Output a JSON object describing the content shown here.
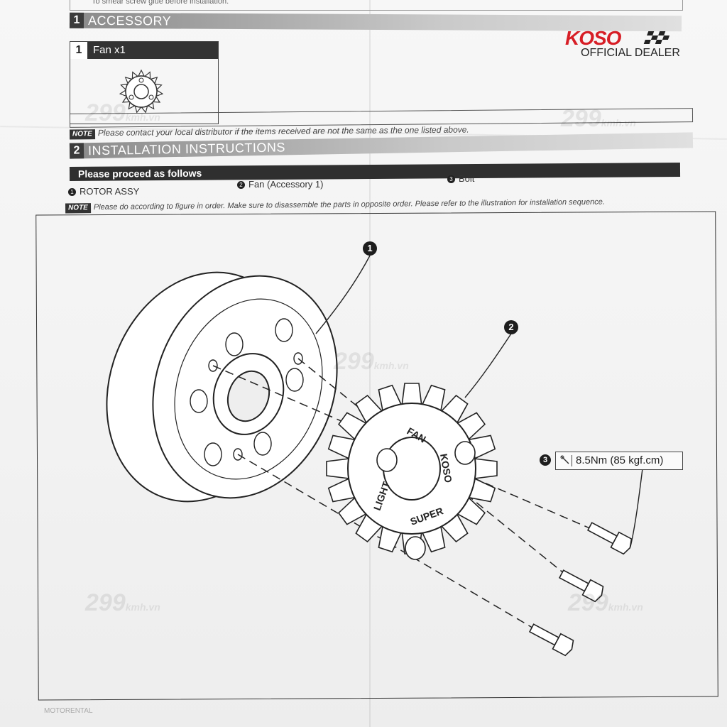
{
  "header_cut_text": "To smear screw glue before installation.",
  "section1": {
    "number": "1",
    "title": "ACCESSORY"
  },
  "accessory": {
    "number": "1",
    "label": "Fan x1"
  },
  "logo": {
    "brand": "KOSO",
    "subtitle": "OFFICIAL DEALER",
    "brand_color": "#d71e26"
  },
  "note1": {
    "tag": "NOTE",
    "text": "Please contact your local distributor if the items received are not the same as the one listed above."
  },
  "section2": {
    "number": "2",
    "title": "INSTALLATION INSTRUCTIONS"
  },
  "proceed_title": "Please proceed as follows",
  "parts": [
    {
      "number": "1",
      "label": "ROTOR ASSY"
    },
    {
      "number": "2",
      "label": "Fan (Accessory 1)"
    },
    {
      "number": "3",
      "label": "Bolt"
    }
  ],
  "note2": {
    "tag": "NOTE",
    "text": "Please do according to figure in order. Make sure to disassemble the parts in opposite order. Please refer to the illustration for installation sequence."
  },
  "callouts": [
    "1",
    "2",
    "3"
  ],
  "fan_text": {
    "line1": "FAN",
    "line2": "KOSO",
    "line3": "LIGHT",
    "line4": "SUPER"
  },
  "torque": "8.5Nm (85 kgf.cm)",
  "watermark": {
    "main": "299",
    "sub": "kmh",
    "domain": ".vn"
  },
  "corner_text": "MOTORENTAL"
}
